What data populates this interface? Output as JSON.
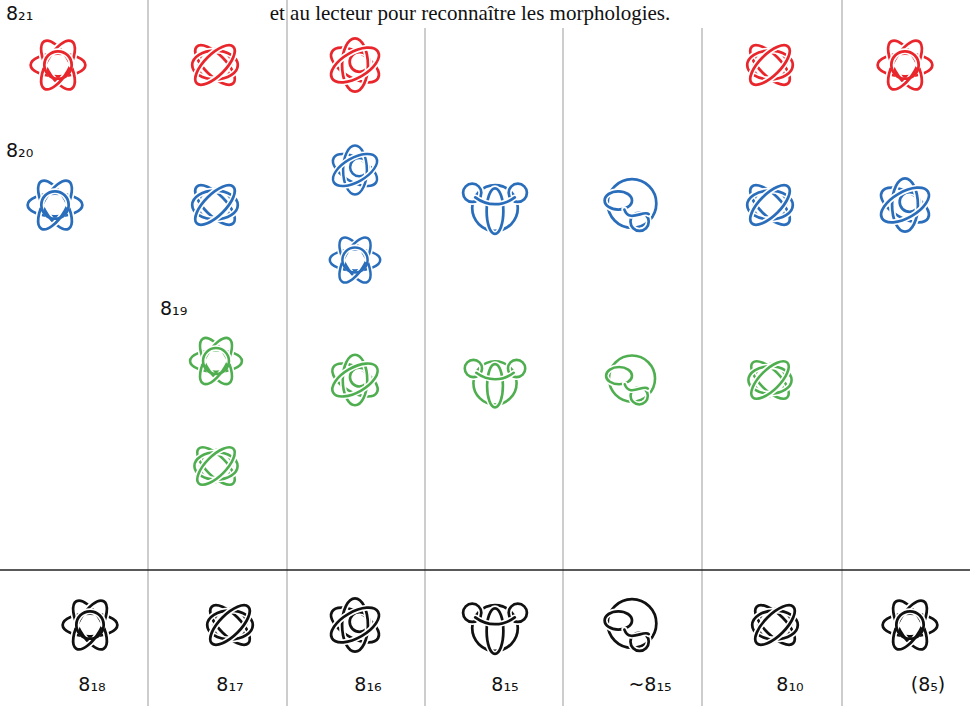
{
  "diagram": {
    "labels": [
      "et au lecteur pour reconnaître les morphologies.",
      "8₂₁",
      "8₂₀",
      "8₁₉",
      "8₁₈",
      "8₁₇",
      "8₁₆",
      "8₁₅",
      "~8₁₅",
      "8₁₀",
      "(8₅)"
    ]
  }
}
